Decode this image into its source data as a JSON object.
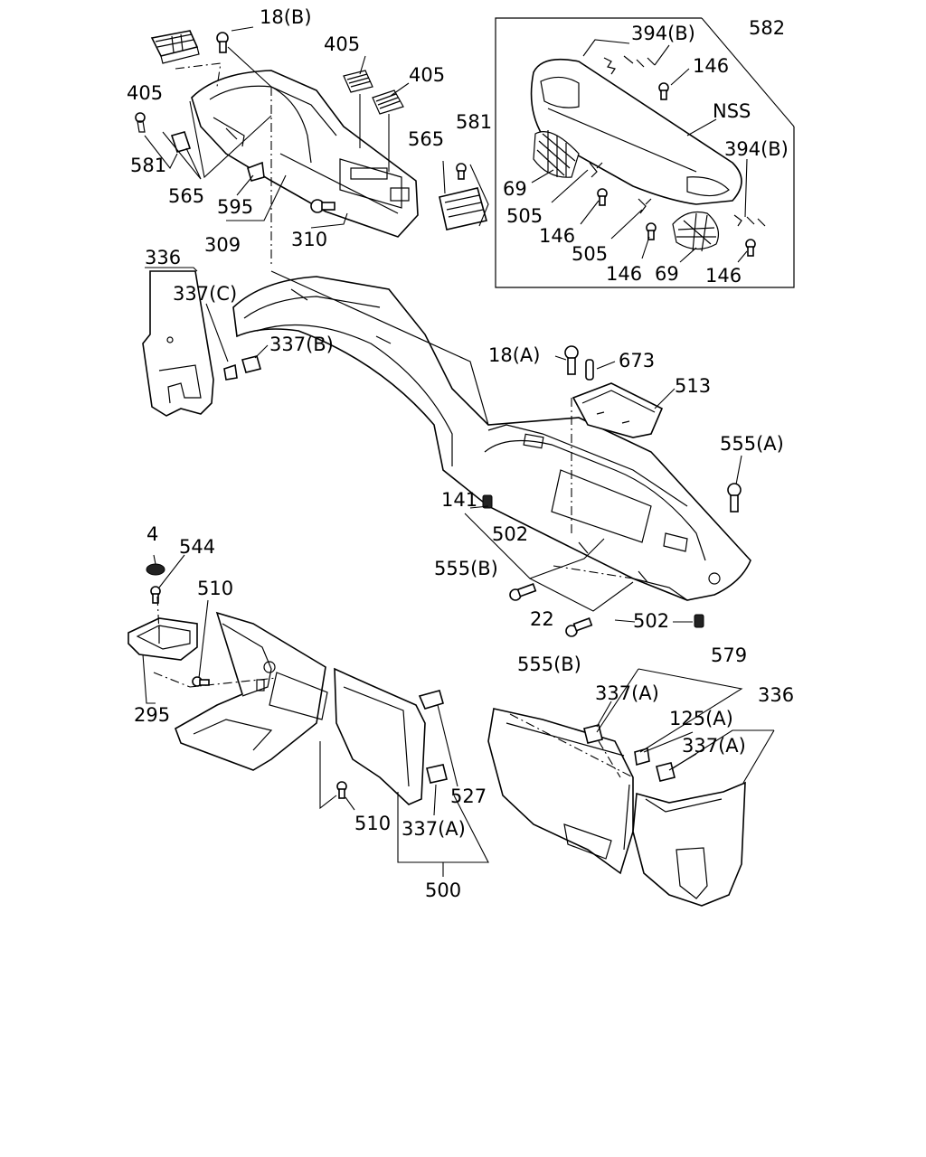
{
  "labels": {
    "l18b": "18(B)",
    "l405a": "405",
    "l405b": "405",
    "l405c": "405",
    "l581a": "581",
    "l581b": "581",
    "l565a": "565",
    "l565b": "565",
    "l595": "595",
    "l309": "309",
    "l310": "310",
    "l582": "582",
    "l394b1": "394(B)",
    "l146a": "146",
    "lnss": "NSS",
    "l394b2": "394(B)",
    "l69a": "69",
    "l505a": "505",
    "l146b": "146",
    "l505b": "505",
    "l146c": "146",
    "l69b": "69",
    "l146d": "146",
    "l336a": "336",
    "l337c": "337(C)",
    "l337b": "337(B)",
    "l18a": "18(A)",
    "l673": "673",
    "l513": "513",
    "l555a": "555(A)",
    "l141": "141",
    "l502a": "502",
    "l555b1": "555(B)",
    "l22": "22",
    "l502b": "502",
    "l555b2": "555(B)",
    "l4": "4",
    "l544": "544",
    "l510a": "510",
    "l295": "295",
    "l510b": "510",
    "l337a1": "337(A)",
    "l527": "527",
    "l500": "500",
    "l579": "579",
    "l337a2": "337(A)",
    "l125a": "125(A)",
    "l336b": "336",
    "l337a3": "337(A)"
  }
}
